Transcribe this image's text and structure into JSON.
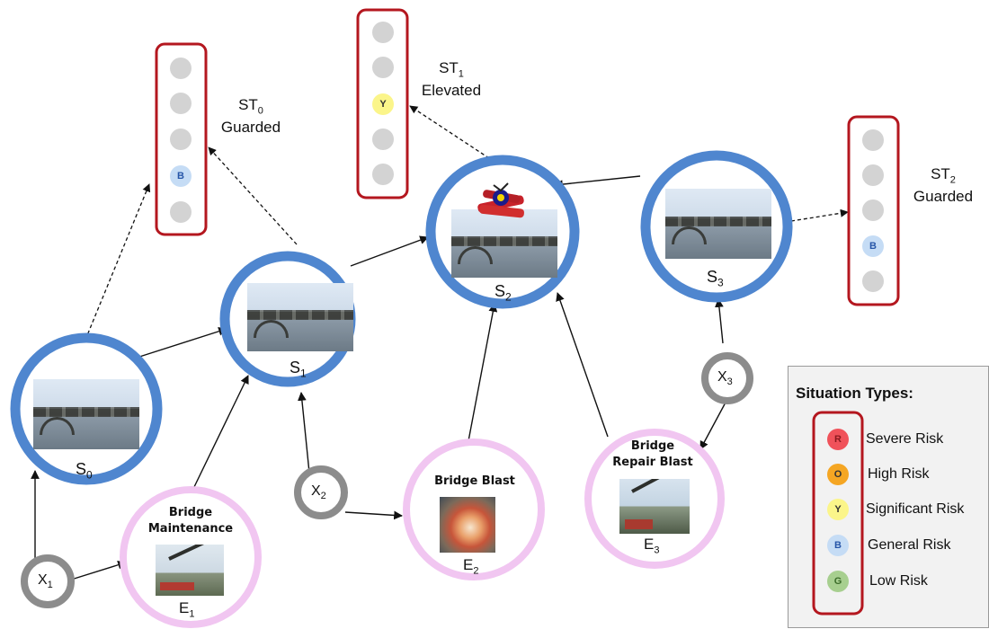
{
  "states": [
    {
      "id": "s0",
      "label": "S",
      "sub": "0"
    },
    {
      "id": "s1",
      "label": "S",
      "sub": "1"
    },
    {
      "id": "s2",
      "label": "S",
      "sub": "2"
    },
    {
      "id": "s3",
      "label": "S",
      "sub": "3"
    }
  ],
  "inputs": [
    {
      "id": "x1",
      "label": "X",
      "sub": "1"
    },
    {
      "id": "x2",
      "label": "X",
      "sub": "2"
    },
    {
      "id": "x3",
      "label": "X",
      "sub": "3"
    }
  ],
  "events": [
    {
      "id": "e1",
      "title_line1": "Bridge",
      "title_line2": "Maintenance",
      "label": "E",
      "sub": "1"
    },
    {
      "id": "e2",
      "title_line1": "Bridge Blast",
      "title_line2": "",
      "label": "E",
      "sub": "2"
    },
    {
      "id": "e3",
      "title_line1": "Bridge",
      "title_line2": "Repair Blast",
      "label": "E",
      "sub": "3"
    }
  ],
  "situation_types": [
    {
      "id": "st0",
      "label": "ST",
      "sub": "0",
      "level": "Guarded",
      "marker": "B",
      "marker_index": 3
    },
    {
      "id": "st1",
      "label": "ST",
      "sub": "1",
      "level": "Elevated",
      "marker": "Y",
      "marker_index": 2
    },
    {
      "id": "st2",
      "label": "ST",
      "sub": "2",
      "level": "Guarded",
      "marker": "B",
      "marker_index": 3
    }
  ],
  "legend": {
    "title": "Situation Types:",
    "items": [
      {
        "letter": "R",
        "label": "Severe Risk",
        "color": "#f0525a"
      },
      {
        "letter": "O",
        "label": "High Risk",
        "color": "#f5a623"
      },
      {
        "letter": "Y",
        "label": "Significant Risk",
        "color": "#fbf58a"
      },
      {
        "letter": "B",
        "label": "General Risk",
        "color": "#c5dcf5"
      },
      {
        "letter": "G",
        "label": "Low Risk",
        "color": "#a7cf8f"
      }
    ]
  },
  "colors": {
    "state_ring": "#4f86cf",
    "event_ring": "#f1c6f1",
    "input_ring": "#8c8c8c",
    "panel_border": "#b4171f",
    "slot_gray": "#d3d3d3"
  }
}
